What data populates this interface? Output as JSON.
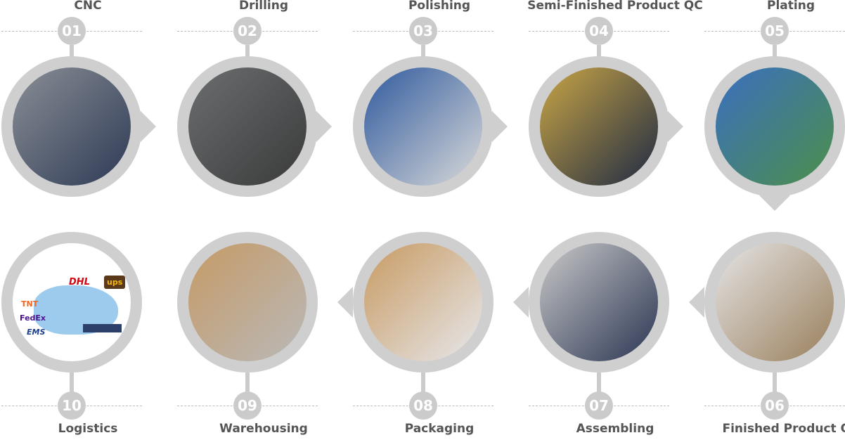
{
  "steps": [
    {
      "num": "01",
      "label": "CNC",
      "arrow": "right",
      "colors": [
        "#8a8f96",
        "#2e3a55"
      ]
    },
    {
      "num": "02",
      "label": "Drilling",
      "arrow": "right",
      "colors": [
        "#6b6e70",
        "#3a3a3a"
      ]
    },
    {
      "num": "03",
      "label": "Polishing",
      "arrow": "right",
      "colors": [
        "#2f5a9e",
        "#d9d9d9"
      ]
    },
    {
      "num": "04",
      "label": "Semi-Finished Product QC",
      "arrow": "right",
      "colors": [
        "#c9a545",
        "#1e2a44"
      ]
    },
    {
      "num": "05",
      "label": "Plating",
      "arrow": "down",
      "colors": [
        "#3a6fc0",
        "#4c8f4a"
      ]
    },
    {
      "num": "06",
      "label": "Finished Product QC",
      "arrow": "left",
      "colors": [
        "#e4e4e4",
        "#9a7f5c"
      ]
    },
    {
      "num": "07",
      "label": "Assembling",
      "arrow": "left",
      "colors": [
        "#c9c9c9",
        "#2a3552"
      ]
    },
    {
      "num": "08",
      "label": "Packaging",
      "arrow": "left",
      "colors": [
        "#c89a62",
        "#e6e8ec"
      ]
    },
    {
      "num": "09",
      "label": "Warehousing",
      "arrow": "left",
      "colors": [
        "#c69a66",
        "#b9b9b9"
      ]
    },
    {
      "num": "10",
      "label": "Logistics",
      "arrow": "none",
      "colors": [
        "#ffffff",
        "#8cc4ec"
      ]
    }
  ],
  "logistics_logos": {
    "dhl": "DHL",
    "ups": "ups",
    "tnt": "TNT",
    "fedex": "FedEx",
    "ems": "EMS"
  }
}
